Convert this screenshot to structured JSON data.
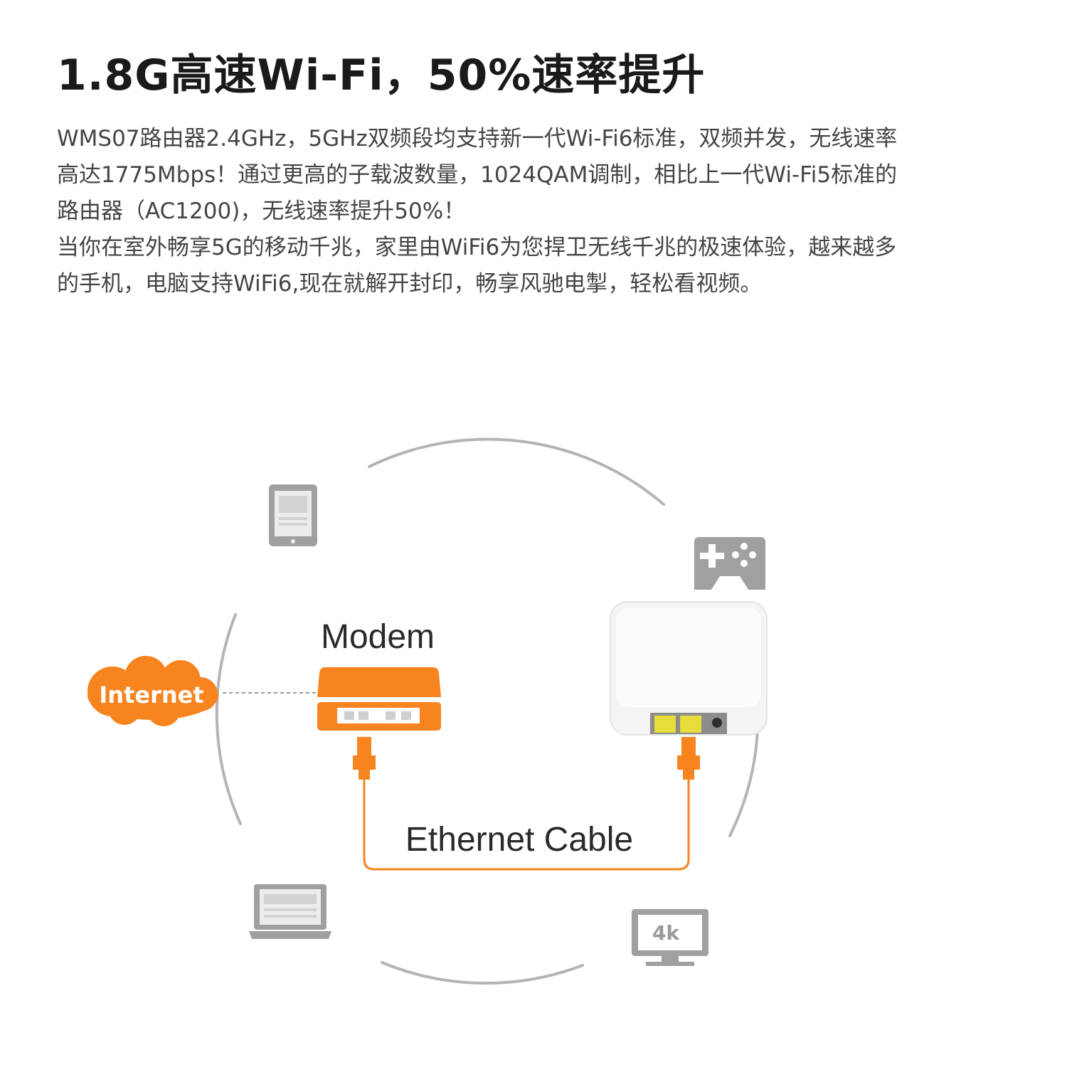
{
  "header": {
    "title": "1.8G高速Wi-Fi，50%速率提升"
  },
  "description": {
    "lines": [
      "WMS07路由器2.4GHz，5GHz双频段均支持新一代Wi-Fi6标准，双频并发，无线速率",
      "高达1775Mbps！通过更高的子载波数量，1024QAM调制，相比上一代Wi-Fi5标准的",
      "路由器（AC1200)，无线速率提升50%！",
      "当你在室外畅享5G的移动千兆，家里由WiFi6为您捍卫无线千兆的极速体验，越来越多",
      "的手机，电脑支持WiFi6,现在就解开封印，畅享风驰电掣，轻松看视频。"
    ]
  },
  "diagram": {
    "internet_label": "Internet",
    "modem_label": "Modem",
    "cable_label": "Ethernet Cable",
    "tv_label": "4k",
    "colors": {
      "accent": "#f7841f",
      "icon_gray": "#a0a0a0",
      "ring": "#b4b4b4"
    },
    "icons": [
      "tablet-icon",
      "gamepad-icon",
      "laptop-icon",
      "tv-4k-icon",
      "cloud-icon",
      "modem-icon",
      "router-icon",
      "ethernet-plug-icon"
    ]
  }
}
